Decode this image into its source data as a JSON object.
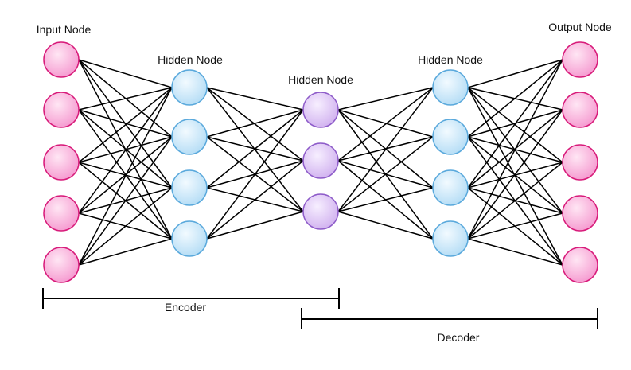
{
  "layers": [
    {
      "label": "Input Node",
      "count": 5,
      "color_fill": "#f9a8d8",
      "color_light": "#ffe6f4",
      "color_stroke": "#d81b7a"
    },
    {
      "label": "Hidden Node",
      "count": 4,
      "color_fill": "#bfe3f7",
      "color_light": "#eef8ff",
      "color_stroke": "#5aa9dc"
    },
    {
      "label": "Hidden Node",
      "count": 3,
      "color_fill": "#d9bff1",
      "color_light": "#f5ecff",
      "color_stroke": "#8e5cc9"
    },
    {
      "label": "Hidden Node",
      "count": 4,
      "color_fill": "#bfe3f7",
      "color_light": "#eef8ff",
      "color_stroke": "#5aa9dc"
    },
    {
      "label": "Output Node",
      "count": 5,
      "color_fill": "#f9a8d8",
      "color_light": "#ffe6f4",
      "color_stroke": "#d81b7a"
    }
  ],
  "encoder": {
    "label": "Encoder"
  },
  "decoder": {
    "label": "Decoder"
  },
  "colors": {
    "edge": "#000000"
  }
}
